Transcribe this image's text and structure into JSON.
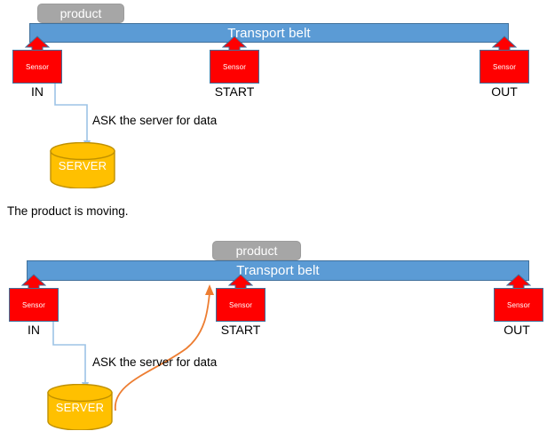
{
  "diagram": {
    "title_text": "",
    "colors": {
      "belt_fill": "#5B9BD5",
      "belt_border": "#41719C",
      "product_fill": "#A6A6A6",
      "sensor_fill": "#FF0000",
      "server_fill": "#FFC000",
      "server_border": "#BF9000",
      "connector_blue": "#9DC3E6",
      "connector_orange": "#ED7D31",
      "text_dark": "#000000",
      "text_light": "#FFFFFF"
    },
    "caption": "The product is moving.",
    "panels": [
      {
        "id": "panel-top",
        "belt_label": "Transport belt",
        "product_label": "product",
        "ask_label": "ASK the server for data",
        "server_label": "SERVER",
        "sensors": [
          {
            "box_label": "Sensor",
            "name_label": "IN"
          },
          {
            "box_label": "Sensor",
            "name_label": "START"
          },
          {
            "box_label": "Sensor",
            "name_label": "OUT"
          }
        ]
      },
      {
        "id": "panel-bottom",
        "belt_label": "Transport belt",
        "product_label": "product",
        "ask_label": "ASK the server for data",
        "server_label": "SERVER",
        "sensors": [
          {
            "box_label": "Sensor",
            "name_label": "IN"
          },
          {
            "box_label": "Sensor",
            "name_label": "START"
          },
          {
            "box_label": "Sensor",
            "name_label": "OUT"
          }
        ]
      }
    ]
  }
}
